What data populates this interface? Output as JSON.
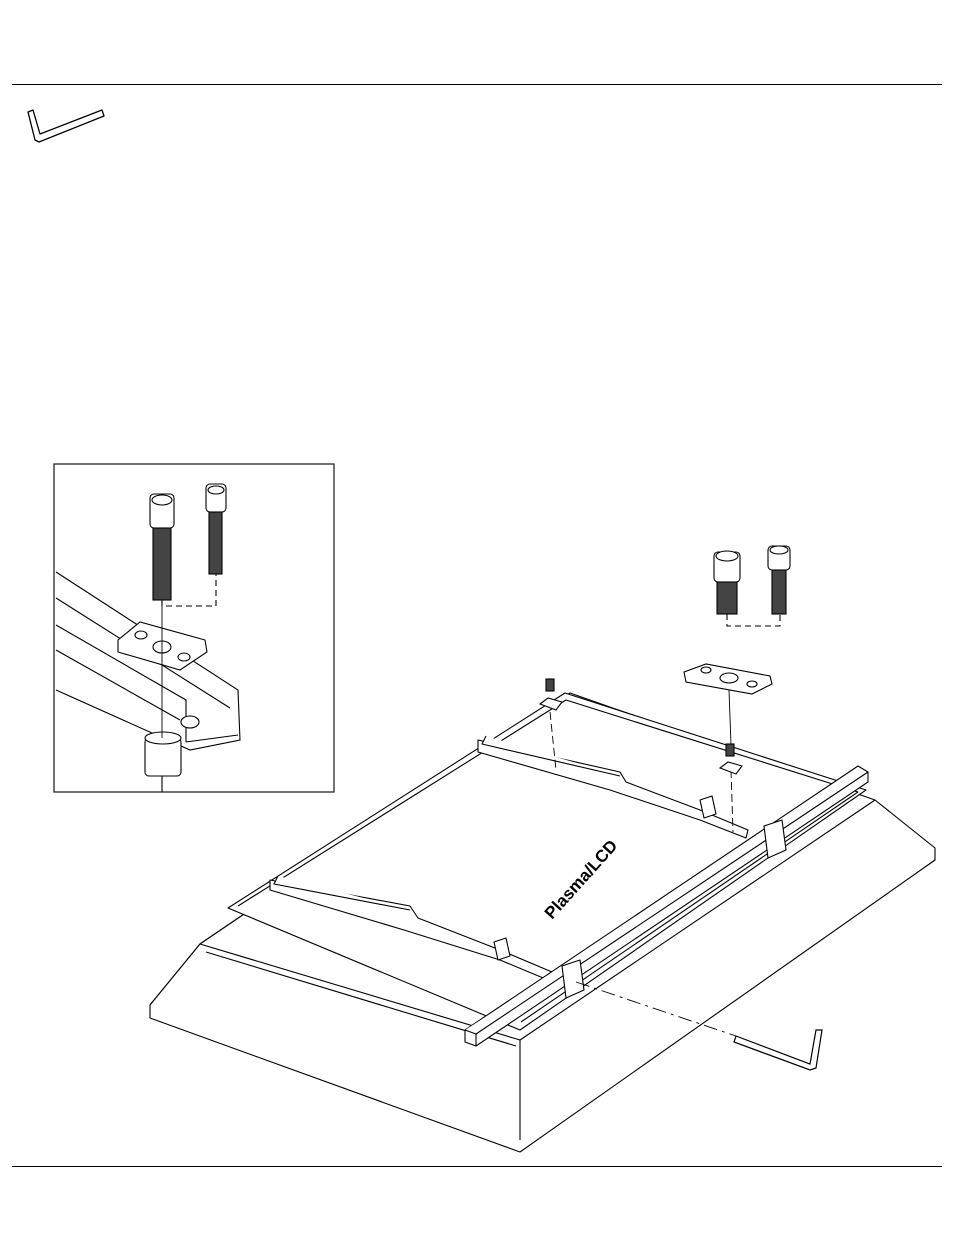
{
  "screen_label": "Plasma/LCD",
  "icons": {
    "header_tool": "allen-wrench-icon",
    "inset_detail": "inset-detail-view",
    "screen": "flat-panel-screen",
    "assembly_tool": "allen-wrench-icon"
  }
}
